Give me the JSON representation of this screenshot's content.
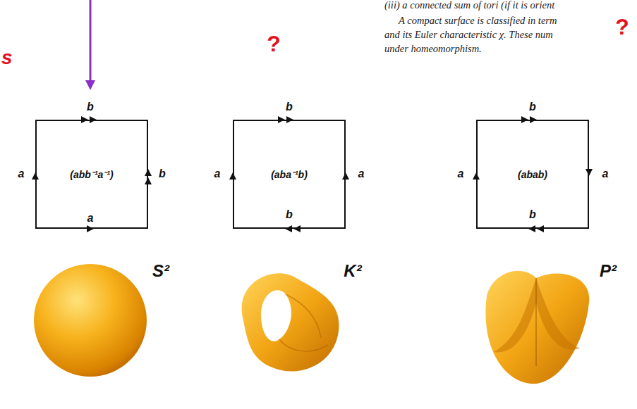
{
  "diagram": {
    "nodes": [
      {
        "text": [
          "(abb⁻¹a⁻¹)"
        ]
      },
      {
        "text": [
          "(aba⁻¹b)"
        ]
      },
      {
        "text": [
          "(abab)"
        ]
      }
    ],
    "labels": [
      "(iii) a connected sum of tori (if it is orient",
      "s",
      "?",
      "A compact surface is classified in term",
      "and its Euler characteristic χ. These num",
      "?",
      "under homeomorphism.",
      "b",
      "a",
      "b",
      "a",
      "b",
      "a",
      "a",
      "b",
      "b",
      "a",
      "a",
      "b",
      "S²",
      "K²",
      "P²"
    ]
  }
}
